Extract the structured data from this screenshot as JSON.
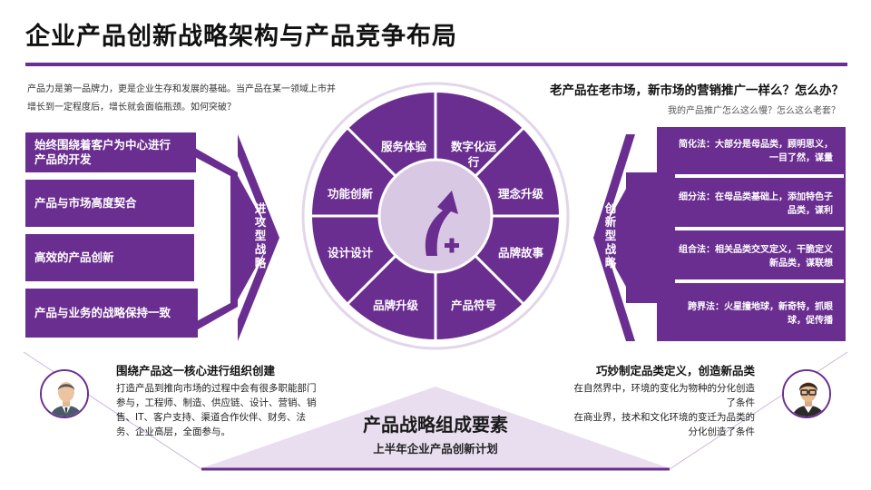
{
  "title": "企业产品创新战略架构与产品竞争布局",
  "intro": "产品力是第一品牌力，更是企业生存和发展的基础。当产品在某一领域上市并增长到一定程度后，增长就会面临瓶颈。如何突破？",
  "left_bars": [
    "始终围绕着客户为中心进行产品的开发",
    "产品与市场高度契合",
    "高效的产品创新",
    "产品与业务的战略保持一致"
  ],
  "left_arrow_label": "进攻型战略",
  "question": {
    "title": "老产品在老市场，新市场的营销推广一样么？怎么办？",
    "sub": "我的产品推广怎么这么慢？怎么这么老套？"
  },
  "right_arrow_label": "创新型战略",
  "right_items": [
    "简化法：大部分是母品类，顾明思义，一目了然，谋量",
    "细分法：在母品类基础上，添加特色子品类，谋利",
    "组合法：相关品类交叉定义，干脆定义新品类，谋联想",
    "跨界法：火星撞地球，新奇特，抓眼球，促传播"
  ],
  "wheel_segments": [
    "服务体验",
    "数字化运行",
    "理念升级",
    "品牌故事",
    "产品符号",
    "品牌升级",
    "设计设计",
    "功能创新"
  ],
  "bottom_left": {
    "title": "围绕产品这一核心进行组织创建",
    "text": "打造产品到推向市场的过程中会有很多职能部门参与，工程师、制造、供应链、设计、营销、销售、IT、客户支持、渠道合作伙伴、财务、法务、企业高层，全面参与。"
  },
  "bottom_right": {
    "title": "巧妙制定品类定义，创造新品类",
    "lines": [
      "在自然界中，环境的变化为物种的分化创造了条件",
      "在商业界，技术和文化环境的变迁为品类的分化创造了条件"
    ]
  },
  "center_title": "产品战略组成要素",
  "center_sub": "上半年企业产品创新计划",
  "colors": {
    "purple": "#6a2e91",
    "light_purple": "#e9deef",
    "ring_light": "#d9c8e4"
  }
}
